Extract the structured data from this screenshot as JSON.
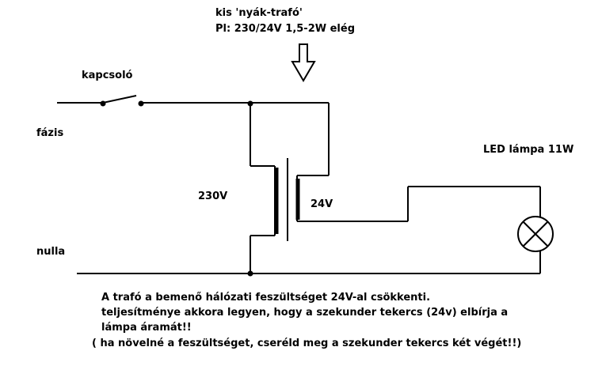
{
  "labels": {
    "transformer_title": "kis 'nyák-trafó'",
    "transformer_spec": "Pl: 230/24V 1,5-2W elég",
    "switch": "kapcsoló",
    "phase": "fázis",
    "neutral": "nulla",
    "primary_voltage": "230V",
    "secondary_voltage": "24V",
    "lamp": "LED lámpa 11W"
  },
  "note": {
    "line1": "A trafó a bemenő hálózati feszültséget 24V-al csökkenti.",
    "line2": "teljesítménye akkora legyen, hogy a szekunder tekercs (24v) elbírja a",
    "line3": "lámpa áramát!!",
    "line4": "( ha növelné a feszültséget, cseréld meg a szekunder tekercs két végét!!)"
  },
  "colors": {
    "ink": "#000000",
    "background": "#ffffff"
  }
}
